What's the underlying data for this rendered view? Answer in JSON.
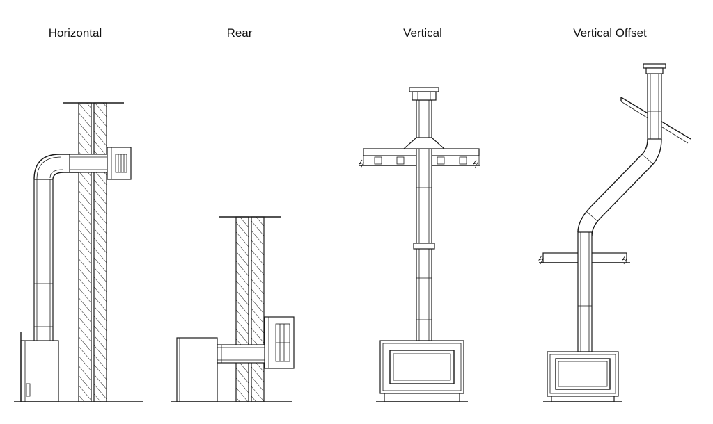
{
  "titles": {
    "horizontal": "Horizontal",
    "rear": "Rear",
    "vertical": "Vertical",
    "vertical_offset": "Vertical Offset"
  }
}
